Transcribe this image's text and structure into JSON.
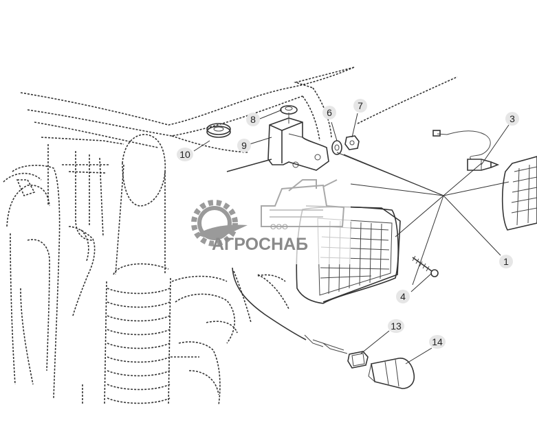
{
  "diagram": {
    "callouts": [
      {
        "id": "1",
        "label": "1"
      },
      {
        "id": "3",
        "label": "3"
      },
      {
        "id": "4",
        "label": "4"
      },
      {
        "id": "6",
        "label": "6"
      },
      {
        "id": "7",
        "label": "7"
      },
      {
        "id": "8",
        "label": "8"
      },
      {
        "id": "9",
        "label": "9"
      },
      {
        "id": "10",
        "label": "10"
      },
      {
        "id": "13",
        "label": "13"
      },
      {
        "id": "14",
        "label": "14"
      }
    ]
  },
  "watermark": {
    "prefix": "ООО",
    "brand": "АГРОСНАБ"
  }
}
